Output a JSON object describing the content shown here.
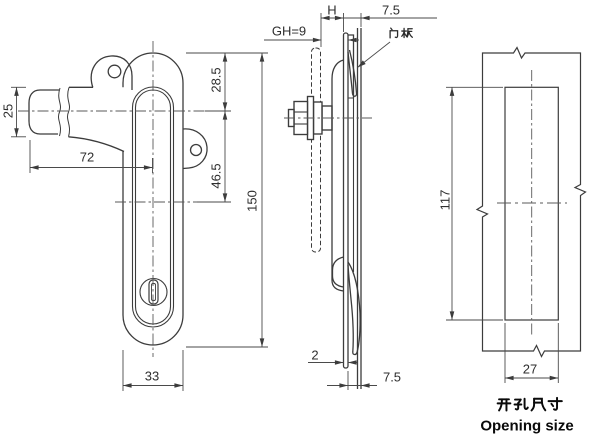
{
  "style": {
    "background": "#ffffff",
    "line_color": "#3c3c3c",
    "text_color": "#2e2e2e"
  },
  "front_view": {
    "dim_arm_width": "25",
    "dim_arm_length": "72",
    "dim_top_offset": "28.5",
    "dim_mid_offset": "46.5",
    "dim_total_height": "150",
    "dim_body_width": "33"
  },
  "side_view": {
    "dim_grip": "H",
    "grip_note": "GH=9",
    "dim_top_clearance": "7.5",
    "door_panel_label": "门板",
    "dim_panel_thickness": "2",
    "dim_bottom_clearance": "7.5"
  },
  "opening_view": {
    "dim_opening_height": "117",
    "dim_opening_width": "27",
    "caption_zh": "开孔尺寸",
    "caption_en": "Opening size"
  }
}
